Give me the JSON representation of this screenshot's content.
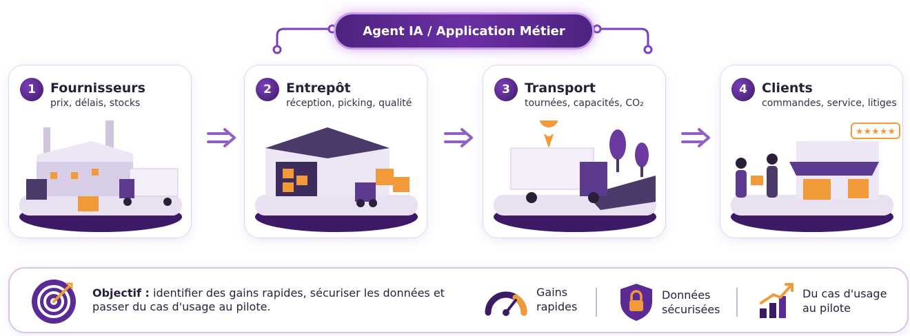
{
  "header": {
    "pill_label": "Agent IA / Application Métier"
  },
  "steps": [
    {
      "num": "1",
      "title": "Fournisseurs",
      "subtitle": "prix, délais, stocks"
    },
    {
      "num": "2",
      "title": "Entrepôt",
      "subtitle": "réception, picking, qualité"
    },
    {
      "num": "3",
      "title": "Transport",
      "subtitle": "tournées, capacités, CO₂"
    },
    {
      "num": "4",
      "title": "Clients",
      "subtitle": "commandes, service, litiges"
    }
  ],
  "footer": {
    "objective_label": "Objectif :",
    "objective_text": " identifier des gains rapides, sécuriser les données et passer du cas d'usage au pilote.",
    "features": [
      {
        "line1": "Gains",
        "line2": "rapides",
        "icon": "speedometer-icon"
      },
      {
        "line1": "Données",
        "line2": "sécurisées",
        "icon": "shield-lock-icon"
      },
      {
        "line1": "Du cas d'usage",
        "line2": "au pilote",
        "icon": "growth-chart-icon"
      }
    ]
  },
  "colors": {
    "primary": "#4d2380",
    "accent": "#f29a3a",
    "border": "#e4d4f2"
  }
}
